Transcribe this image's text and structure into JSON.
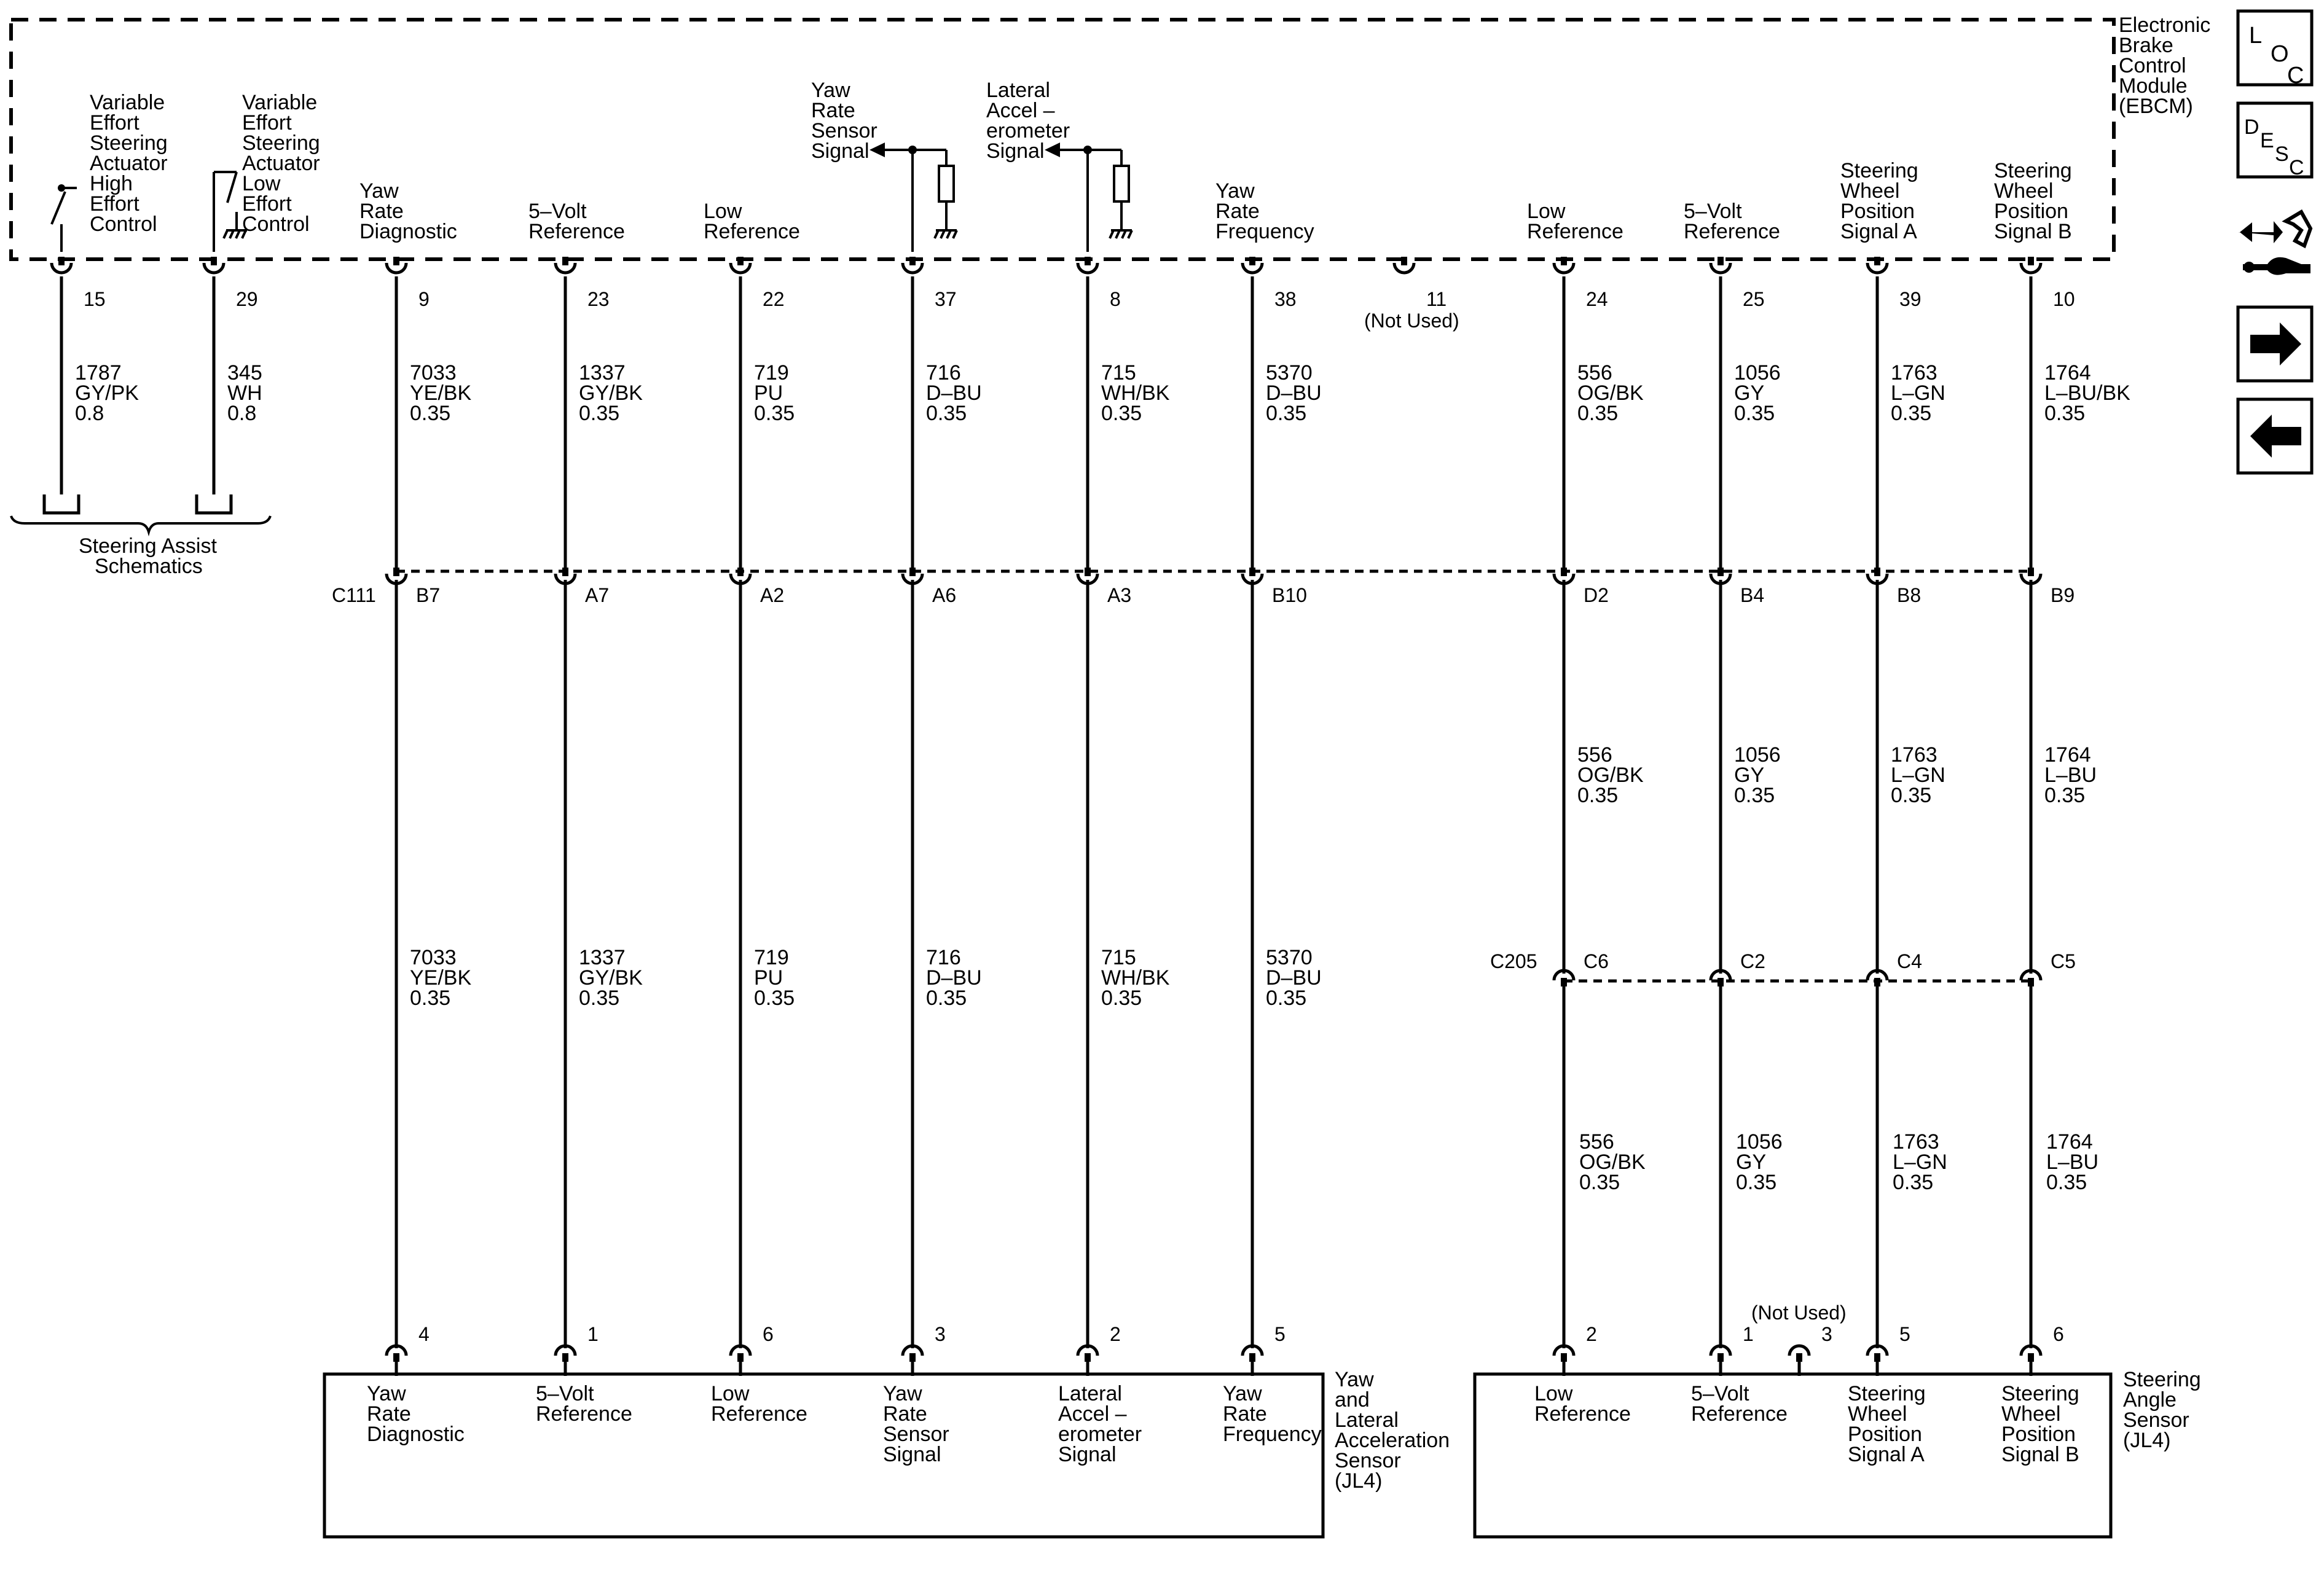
{
  "ebcm": {
    "title_lines": [
      "Electronic",
      "Brake",
      "Control",
      "Module",
      "(EBCM)"
    ],
    "pins": [
      {
        "label": [
          "Variable",
          "Effort",
          "Steering",
          "Actuator",
          "High",
          "Effort",
          "Control"
        ],
        "pin": "15",
        "wire": [
          "1787",
          "GY/PK",
          "0.8"
        ]
      },
      {
        "label": [
          "Variable",
          "Effort",
          "Steering",
          "Actuator",
          "Low",
          "Effort",
          "Control"
        ],
        "pin": "29",
        "wire": [
          "345",
          "WH",
          "0.8"
        ]
      },
      {
        "label": [
          "Yaw",
          "Rate",
          "Diagnostic"
        ],
        "pin": "9",
        "wire": [
          "7033",
          "YE/BK",
          "0.35"
        ]
      },
      {
        "label": [
          "5–Volt",
          "Reference"
        ],
        "pin": "23",
        "wire": [
          "1337",
          "GY/BK",
          "0.35"
        ]
      },
      {
        "label": [
          "Low",
          "Reference"
        ],
        "pin": "22",
        "wire": [
          "719",
          "PU",
          "0.35"
        ]
      },
      {
        "label": [
          "Yaw",
          "Rate",
          "Sensor",
          "Signal"
        ],
        "pin": "37",
        "wire": [
          "716",
          "D–BU",
          "0.35"
        ]
      },
      {
        "label": [
          "Lateral",
          "Accel –",
          "erometer",
          "Signal"
        ],
        "pin": "8",
        "wire": [
          "715",
          "WH/BK",
          "0.35"
        ]
      },
      {
        "label": [
          "Yaw",
          "Rate",
          "Frequency"
        ],
        "pin": "38",
        "wire": [
          "5370",
          "D–BU",
          "0.35"
        ]
      },
      {
        "label": [],
        "pin": "11",
        "not_used": "(Not Used)"
      },
      {
        "label": [
          "Low",
          "Reference"
        ],
        "pin": "24",
        "wire": [
          "556",
          "OG/BK",
          "0.35"
        ]
      },
      {
        "label": [
          "5–Volt",
          "Reference"
        ],
        "pin": "25",
        "wire": [
          "1056",
          "GY",
          "0.35"
        ]
      },
      {
        "label": [
          "Steering",
          "Wheel",
          "Position",
          "Signal A"
        ],
        "pin": "39",
        "wire": [
          "1763",
          "L–GN",
          "0.35"
        ]
      },
      {
        "label": [
          "Steering",
          "Wheel",
          "Position",
          "Signal B"
        ],
        "pin": "10",
        "wire": [
          "1764",
          "L–BU/BK",
          "0.35"
        ]
      }
    ]
  },
  "steering_assist": [
    "Steering Assist",
    "Schematics"
  ],
  "c111": {
    "name": "C111",
    "pins": [
      "B7",
      "A7",
      "A2",
      "A6",
      "A3",
      "B10",
      "D2",
      "B4",
      "B8",
      "B9"
    ]
  },
  "mid_wires_right": [
    [
      "556",
      "OG/BK",
      "0.35"
    ],
    [
      "1056",
      "GY",
      "0.35"
    ],
    [
      "1763",
      "L–GN",
      "0.35"
    ],
    [
      "1764",
      "L–BU",
      "0.35"
    ]
  ],
  "lower_wires_left": [
    [
      "7033",
      "YE/BK",
      "0.35"
    ],
    [
      "1337",
      "GY/BK",
      "0.35"
    ],
    [
      "719",
      "PU",
      "0.35"
    ],
    [
      "716",
      "D–BU",
      "0.35"
    ],
    [
      "715",
      "WH/BK",
      "0.35"
    ],
    [
      "5370",
      "D–BU",
      "0.35"
    ]
  ],
  "c205": {
    "name": "C205",
    "pins": [
      "C6",
      "C2",
      "C4",
      "C5"
    ]
  },
  "lower_wires_right": [
    [
      "556",
      "OG/BK",
      "0.35"
    ],
    [
      "1056",
      "GY",
      "0.35"
    ],
    [
      "1763",
      "L–GN",
      "0.35"
    ],
    [
      "1764",
      "L–BU",
      "0.35"
    ]
  ],
  "yaw_sensor": {
    "title_lines": [
      "Yaw",
      "and",
      "Lateral",
      "Acceleration",
      "Sensor",
      "(JL4)"
    ],
    "pins": [
      "4",
      "1",
      "6",
      "3",
      "2",
      "5"
    ],
    "labels": [
      [
        "Yaw",
        "Rate",
        "Diagnostic"
      ],
      [
        "5–Volt",
        "Reference"
      ],
      [
        "Low",
        "Reference"
      ],
      [
        "Yaw",
        "Rate",
        "Sensor",
        "Signal"
      ],
      [
        "Lateral",
        "Accel –",
        "erometer",
        "Signal"
      ],
      [
        "Yaw",
        "Rate",
        "Frequency"
      ]
    ]
  },
  "steering_sensor": {
    "title_lines": [
      "Steering",
      "Angle",
      "Sensor",
      "(JL4)"
    ],
    "pins": [
      "2",
      "1",
      "3",
      "5",
      "6"
    ],
    "not_used": "(Not Used)",
    "labels": [
      [
        "Low",
        "Reference"
      ],
      [
        "5–Volt",
        "Reference"
      ],
      [
        "Steering",
        "Wheel",
        "Position",
        "Signal A"
      ],
      [
        "Steering",
        "Wheel",
        "Position",
        "Signal B"
      ]
    ]
  },
  "nav": {
    "loc": [
      "L",
      "O",
      "C"
    ],
    "desc": [
      "D",
      "E",
      "S",
      "C"
    ],
    "icons": [
      "connector-end-view-icon",
      "forward-arrow-icon",
      "back-arrow-icon"
    ]
  }
}
